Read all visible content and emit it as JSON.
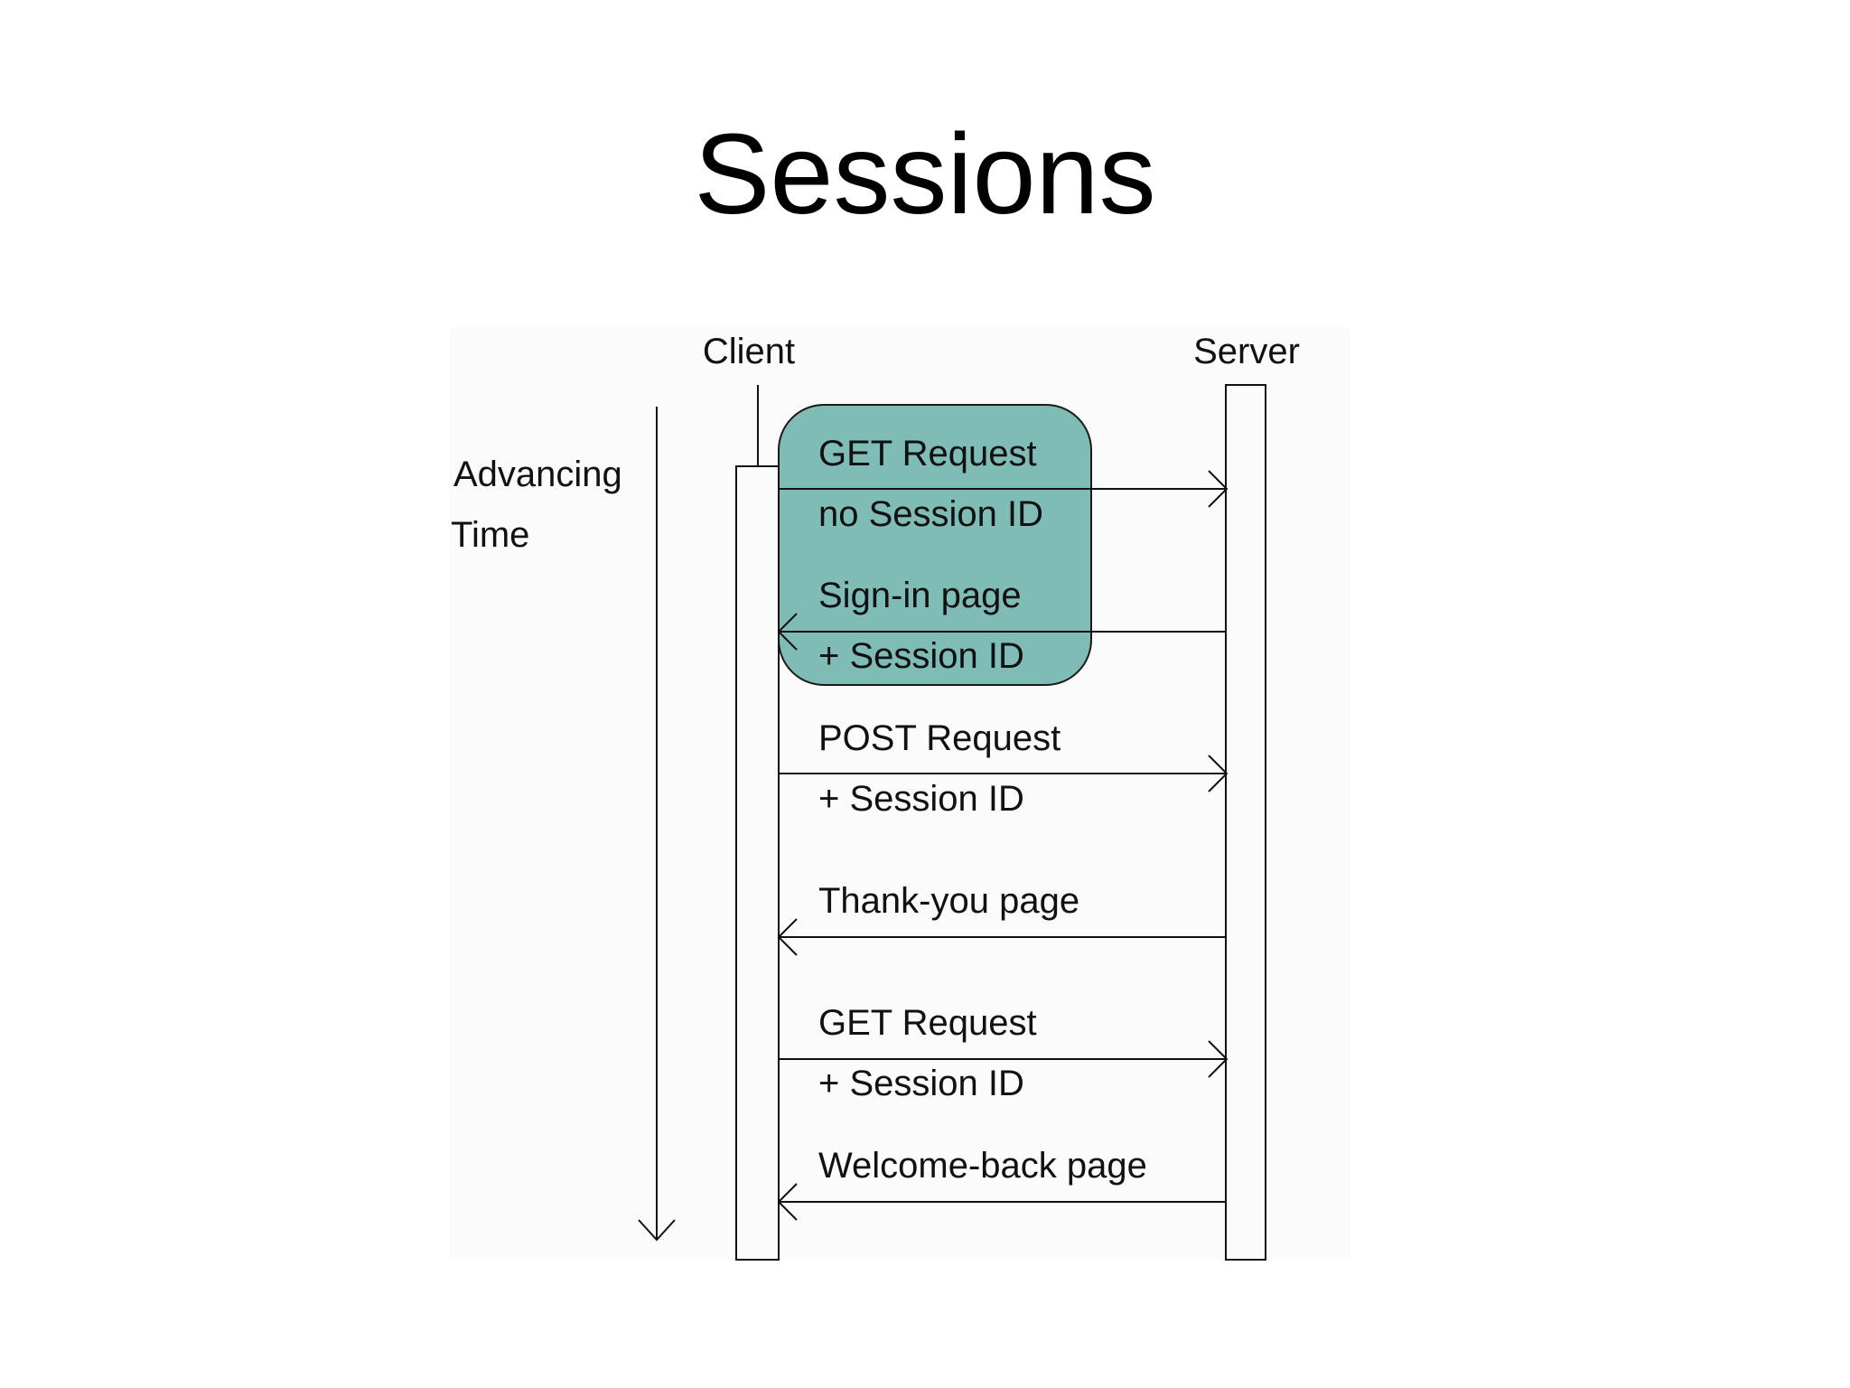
{
  "title": "Sessions",
  "diagram": {
    "participants": {
      "client": "Client",
      "server": "Server"
    },
    "time_axis": {
      "line1": "Advancing",
      "line2": "Time"
    },
    "highlight_color": "#7fbcb6",
    "messages": [
      {
        "direction": "to-server",
        "line1": "GET Request",
        "line2": "no Session ID"
      },
      {
        "direction": "to-client",
        "line1": "Sign-in page",
        "line2": "+ Session ID"
      },
      {
        "direction": "to-server",
        "line1": "POST Request",
        "line2": "+ Session ID"
      },
      {
        "direction": "to-client",
        "line1": "Thank-you page",
        "line2": ""
      },
      {
        "direction": "to-server",
        "line1": "GET Request",
        "line2": "+ Session ID"
      },
      {
        "direction": "to-client",
        "line1": "Welcome-back page",
        "line2": ""
      }
    ]
  }
}
